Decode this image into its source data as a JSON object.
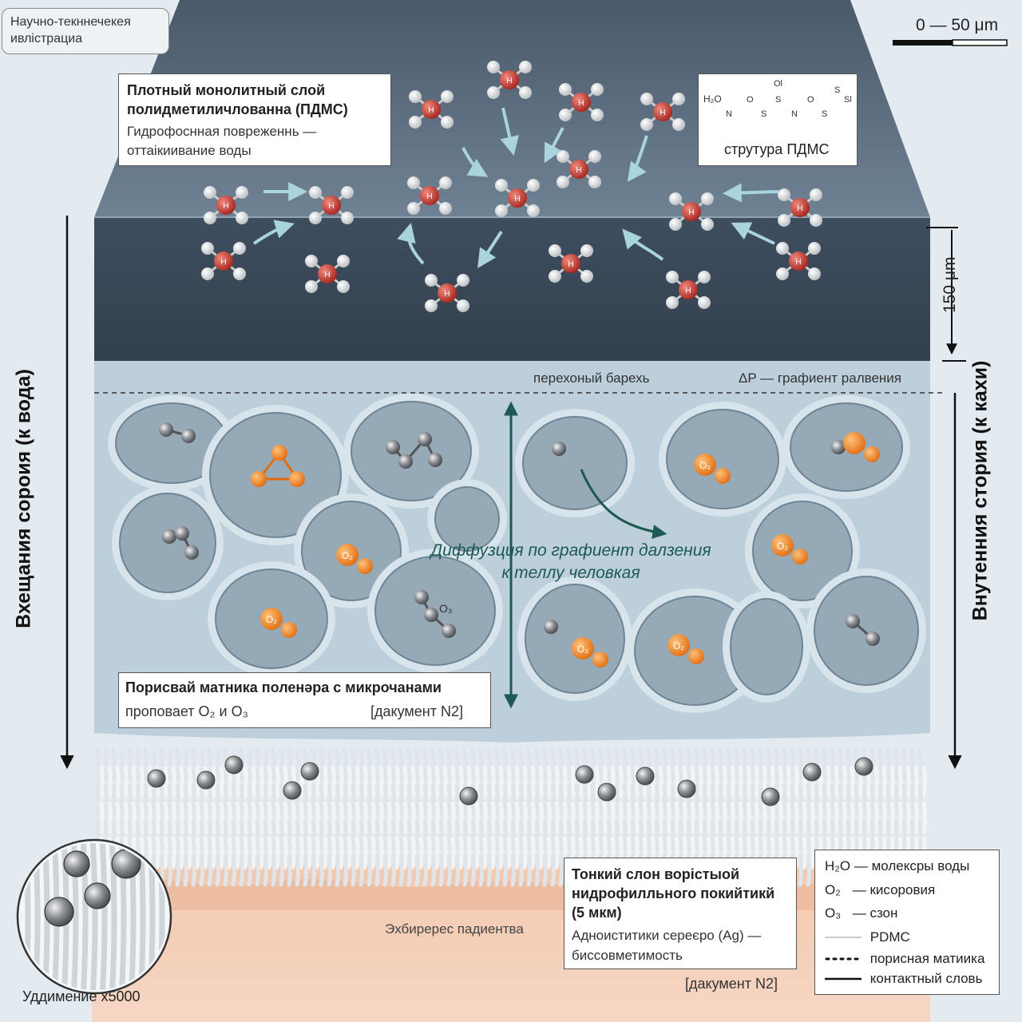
{
  "corner_label": "Научно-текннечекея\nивлістрациа",
  "scale_bar": "0 — 50 μm",
  "pdms_box": {
    "title": "Плотный монолитный слой полидметиличлованна (ПДМС)",
    "subtitle": "Гидрофоснная повреженнь — оттаікиивание воды"
  },
  "structure_box": {
    "caption": "струтура ПДМС",
    "formula_atoms": [
      "H₂O",
      "N",
      "O",
      "S",
      "S",
      "N",
      "O",
      "S",
      "S",
      "Sl",
      "Ol"
    ]
  },
  "thickness_label": "150 μm",
  "boundary_labels": {
    "left": "перехоный барехь",
    "right": "ΔP — графиент ралвения"
  },
  "diffusion_label": "Диффузция по графиент далзения\nк теллу человкая",
  "side_labels": {
    "left": "Вхещания сороия (к вода)",
    "right": "Внутенния стория (к кахи)"
  },
  "matrix_box": {
    "title": "Порисвай матника поленəра с микрочанами",
    "subtitle": "проповает O₂ и O₃",
    "ref": "[дакумент N2]"
  },
  "molecule_labels": {
    "water": "H",
    "oxygen": "O₂",
    "ozone": "O₃"
  },
  "zoom_label": "Уддимение x5000",
  "skin_label": "Эхбиререс падиентва",
  "coating_box": {
    "title": "Тонкий слон ворістыой нидрофилльного покийтикй (5 мкм)",
    "subtitle": "Адноиститики сереєро (Ag) — биссовметимость"
  },
  "coating_ref": "[дакумент N2]",
  "legend": [
    {
      "symbol": "H₂O",
      "text": "— молексры воды",
      "kind": "text"
    },
    {
      "symbol": "O₂",
      "text": "— кисоровия",
      "kind": "text"
    },
    {
      "symbol": "O₃",
      "text": "— сзон",
      "kind": "text"
    },
    {
      "symbol": "thin-line",
      "text": "PDMC",
      "kind": "thin"
    },
    {
      "symbol": "dotted-line",
      "text": "порисная матиика",
      "kind": "dotted"
    },
    {
      "symbol": "thick-line",
      "text": "контактный словь",
      "kind": "thick"
    }
  ],
  "colors": {
    "pdms": "#4e5f70",
    "pdms_dark": "#3c4b5b",
    "matrix": "#b9ccd8",
    "cell": "#93a7b5",
    "skin": "#efc1a6",
    "water_o": "#c8362f",
    "oxygen": "#f08a2c",
    "arrow_light": "#a9d4de",
    "diffusion": "#1c5a52"
  }
}
